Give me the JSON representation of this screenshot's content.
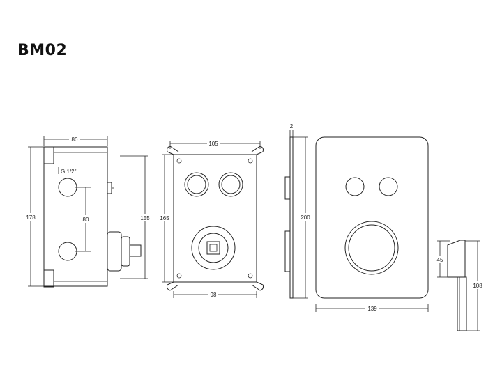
{
  "title": "BM02",
  "side_view": {
    "width_dim": "80",
    "height_dim": "178",
    "thread_label": "G 1/2\"",
    "spacing_dim": "80",
    "mount_height_dim": "155"
  },
  "front_box_view": {
    "width_top_dim": "105",
    "height_dim": "165",
    "width_bottom_dim": "98"
  },
  "plate_side_view": {
    "thickness_dim": "2",
    "height_dim": "200"
  },
  "plate_front_view": {
    "width_dim": "139"
  },
  "handle_view": {
    "head_dim": "45",
    "length_dim": "108"
  },
  "colors": {
    "line": "#222222",
    "background": "#ffffff"
  }
}
